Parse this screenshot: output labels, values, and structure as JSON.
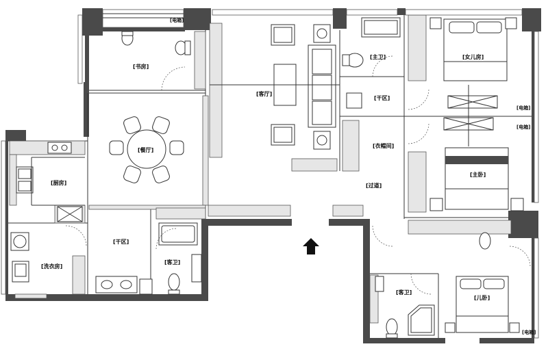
{
  "rooms": {
    "study": "[书房]",
    "dining": "[餐厅]",
    "kitchen": "[厨房]",
    "laundry": "[洗衣房]",
    "dry_area_left": "[干区]",
    "guest_bath_left": "[客卫]",
    "living": "[客厅]",
    "master_bath": "[主卫]",
    "dry_area_right": "[干区]",
    "walk_in_closet": "[衣帽间]",
    "corridor": "[过道]",
    "daughter_room": "[女儿房]",
    "master_bedroom": "[主卧]",
    "guest_bath_right": "[客卫]",
    "son_room": "[儿卧]"
  },
  "tags": {
    "elec_top": "[电箱]",
    "elec_right_1": "[电箱]",
    "elec_right_2": "[电箱]",
    "elec_bottom": "[电箱]"
  },
  "icons": {
    "entrance": "entrance-arrow-icon"
  }
}
